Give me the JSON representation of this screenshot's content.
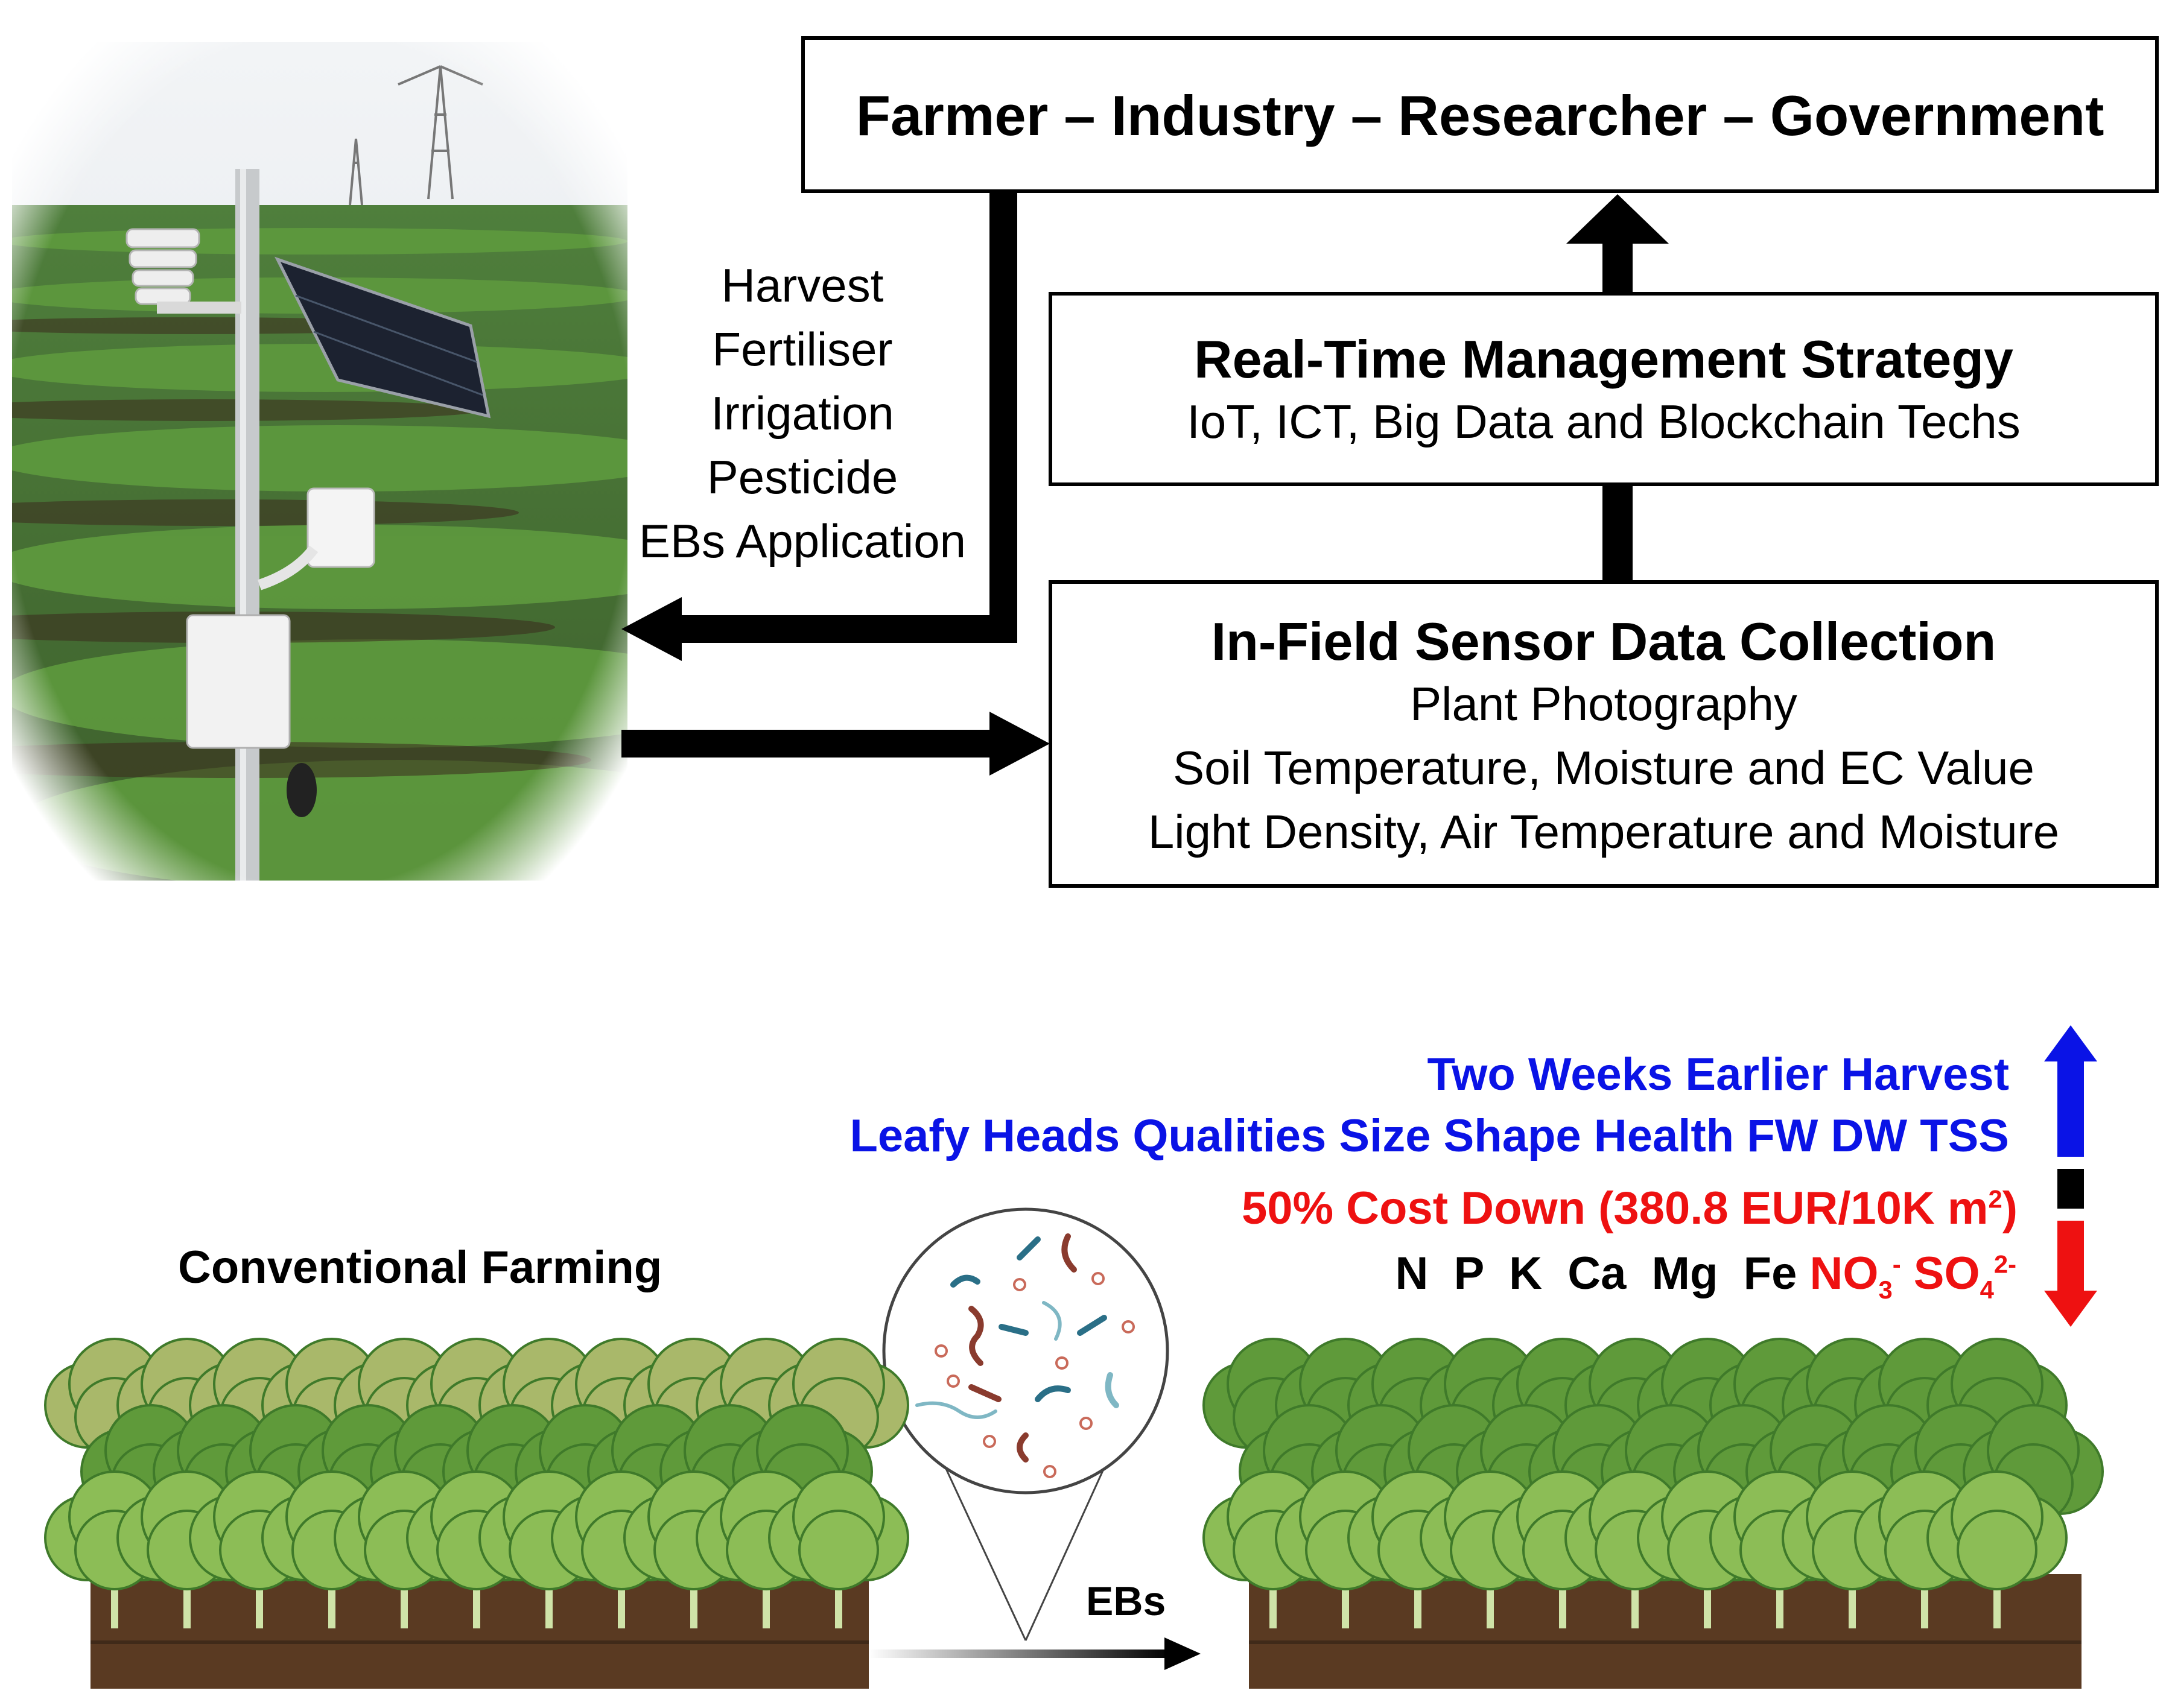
{
  "top_box": {
    "title": "Farmer – Industry – Researcher – Government"
  },
  "strategy_box": {
    "title": "Real-Time Management Strategy",
    "subtitle": "IoT, ICT, Big Data and Blockchain Techs"
  },
  "sensor_box": {
    "title": "In-Field Sensor Data Collection",
    "lines": [
      "Plant Photography",
      "Soil Temperature, Moisture and EC Value",
      "Light Density, Air Temperature and Moisture"
    ]
  },
  "actions": [
    "Harvest",
    "Fertiliser",
    "Irrigation",
    "Pesticide",
    "EBs Application"
  ],
  "conventional_label": "Conventional Farming",
  "ebs_label": "EBs",
  "outcomes": {
    "increase_line1": "Two Weeks Earlier Harvest",
    "increase_line2": "Leafy Heads Qualities Size Shape Health FW  DW  TSS",
    "cost_prefix": "50% Cost Down (380.8 EUR/10K m",
    "cost_sup": "2",
    "cost_suffix": ")",
    "nutrients_black": "N  P  K  Ca  Mg  Fe",
    "no3_base": "NO",
    "no3_sub": "3",
    "no3_sup": "-",
    "so4_base": "SO",
    "so4_sub": "4",
    "so4_sup": "2-"
  },
  "colors": {
    "increase": "#0a13e6",
    "decrease": "#ee1111",
    "soil": "#5a3a22",
    "lettuce_dark": "#3f7a2a",
    "lettuce_light": "#8cbd56"
  }
}
